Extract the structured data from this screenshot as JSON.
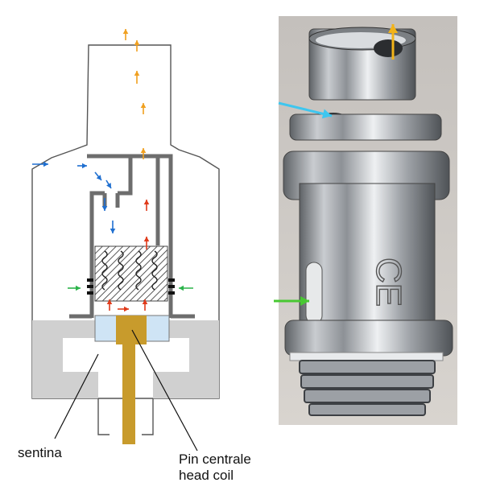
{
  "labels": {
    "sentina": "sentina",
    "pin_line1": "Pin centrale",
    "pin_line2": "head coil",
    "coil_text": "CE"
  },
  "colors": {
    "airflow_intake": "#1f6fd0",
    "airflow_vapor": "#f0a020",
    "airflow_heat": "#e03a1a",
    "airflow_side": "#2bb34a",
    "airflow_photo_cyan": "#3ec6ef",
    "airflow_photo_yellow": "#f2b318",
    "airflow_photo_green": "#48c832",
    "wall_gray": "#6d6d6d",
    "base_gray": "#d0d0d0",
    "pin_gold": "#c89b2c",
    "coil_blue": "#cfe4f5",
    "background": "#ffffff",
    "photo_background": "#c4c0bc"
  },
  "icons": [
    "arrow-up-icon",
    "arrow-down-icon",
    "arrow-right-icon",
    "arrow-left-icon",
    "coil-icon"
  ]
}
